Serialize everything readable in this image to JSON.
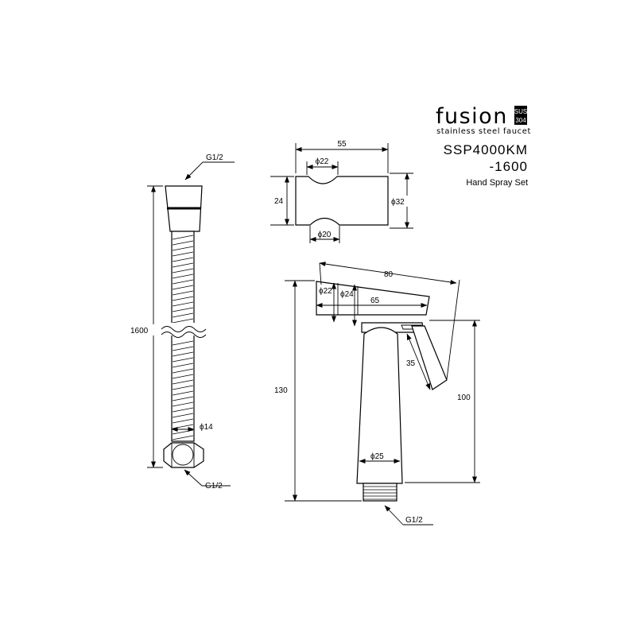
{
  "brand": {
    "name": "fusion",
    "badge_line1": "SUS",
    "badge_line2": "304",
    "tagline": "stainless steel faucet"
  },
  "product": {
    "code_line1": "SSP4000KM",
    "code_line2": "-1600",
    "description": "Hand Spray Set"
  },
  "hose": {
    "thread_top": "G1/2",
    "length": "1600",
    "diameter": "ϕ14",
    "thread_bottom": "G1/2"
  },
  "holder": {
    "width": "55",
    "top_cutout": "ϕ22",
    "height": "24",
    "outer_diameter": "ϕ32",
    "bottom_cutout": "ϕ20"
  },
  "spray": {
    "length": "80",
    "head_diameter_a": "ϕ22",
    "head_diameter_b": "ϕ24",
    "head_length": "65",
    "lever": "35",
    "total_height": "130",
    "handle_height": "100",
    "base_diameter": "ϕ25",
    "thread": "G1/2"
  },
  "icons": {
    "arrow": "leader-arrow-icon",
    "break": "hose-break-icon"
  }
}
